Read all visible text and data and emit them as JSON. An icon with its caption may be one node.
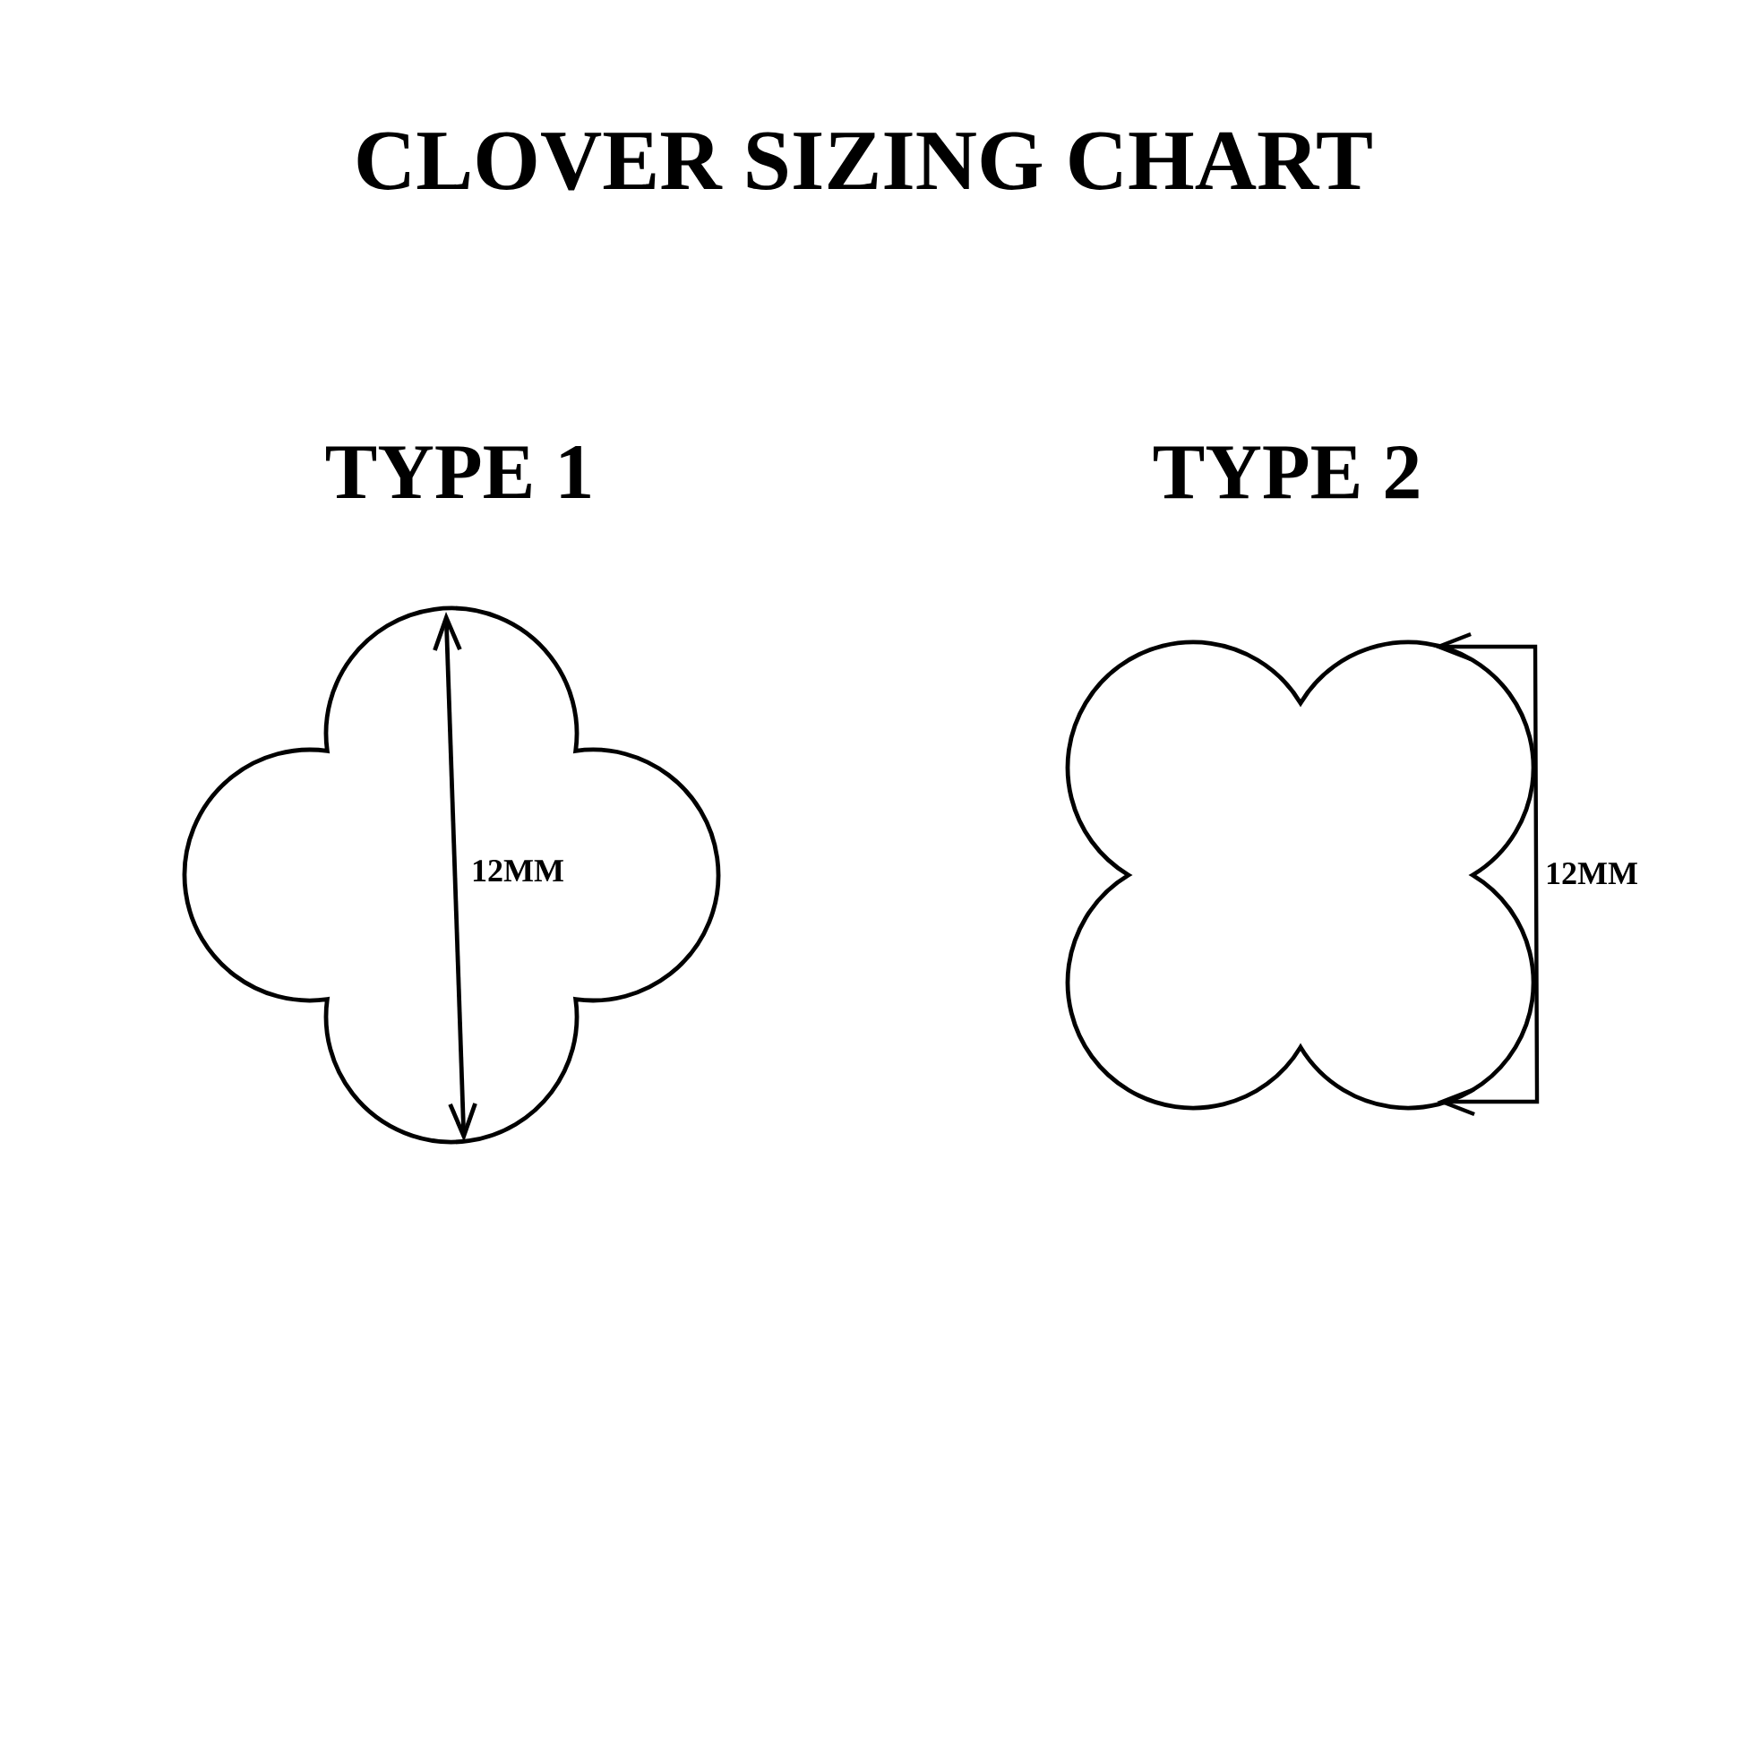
{
  "diagram": {
    "title": "CLOVER SIZING CHART",
    "labels": [
      "TYPE 1",
      "TYPE 2",
      "12MM",
      "12MM"
    ]
  }
}
